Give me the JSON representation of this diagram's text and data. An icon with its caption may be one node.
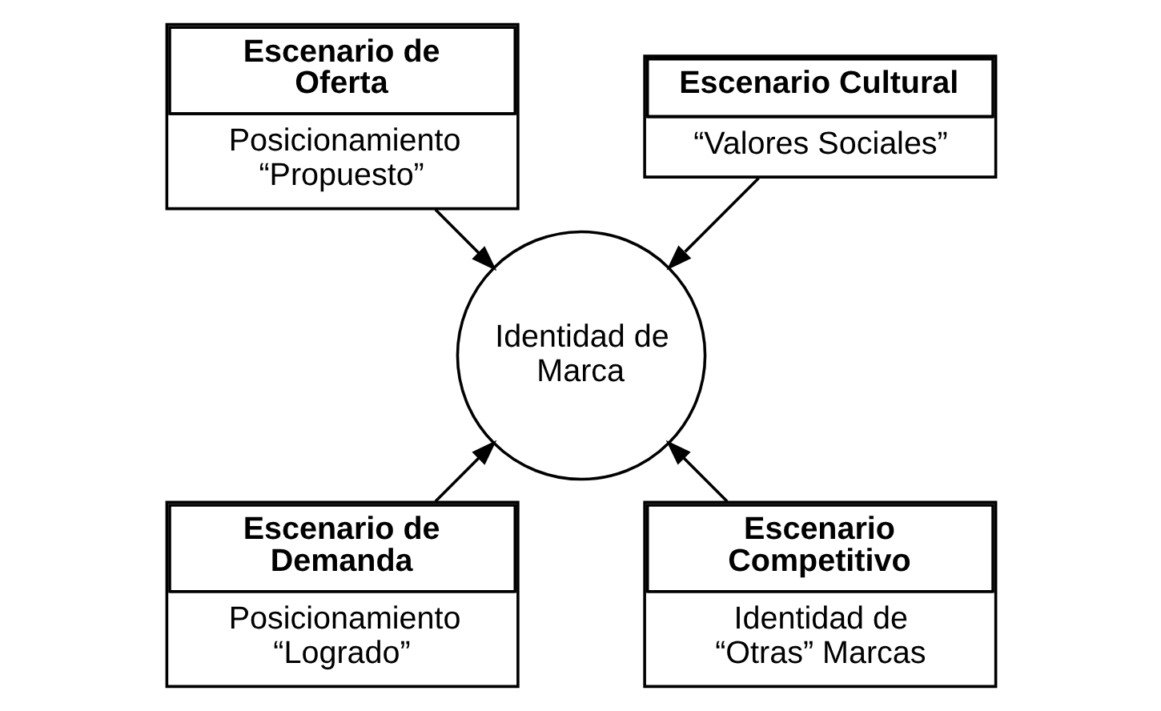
{
  "diagram": {
    "nodes": [
      {
        "text": [
          "Escenario Cultural",
          "“Valores Sociales”"
        ]
      },
      {
        "text": [
          "Escenario de Oferta",
          "Posicionamiento “Propuesto”"
        ]
      },
      {
        "text": [
          "Identidad de Marca"
        ]
      },
      {
        "text": [
          "Escenario de Demanda",
          "Posicionamiento “Logrado”"
        ]
      },
      {
        "text": [
          "Escenario Competitivo",
          "Identidad de “Otras” Marcas"
        ]
      }
    ],
    "edges": [
      {
        "from": 0,
        "to": 2,
        "arrow": "to"
      },
      {
        "from": 1,
        "to": 2,
        "arrow": "to"
      },
      {
        "from": 3,
        "to": 2,
        "arrow": "to"
      },
      {
        "from": 4,
        "to": 2,
        "arrow": "to"
      }
    ]
  }
}
